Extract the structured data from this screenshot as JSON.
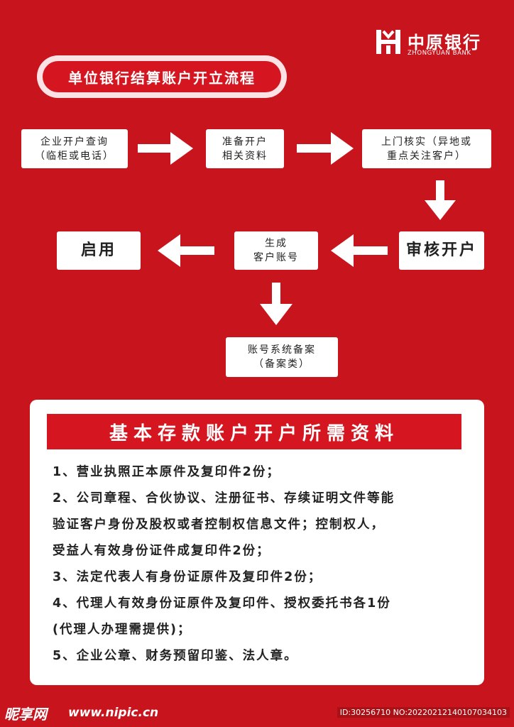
{
  "header": {
    "bank_name_cn": "中原银行",
    "bank_name_en": "ZHONGYUAN BANK",
    "title": "单位银行结算账户开立流程"
  },
  "flow": {
    "step1": [
      "企业开户查询",
      "（临柜或电话）"
    ],
    "step2": [
      "准备开户",
      "相关资料"
    ],
    "step3": [
      "上门核实（异地或",
      "重点关注客户）"
    ],
    "step4": [
      "审核开户"
    ],
    "step5": [
      "生成",
      "客户账号"
    ],
    "step6": [
      "启用"
    ],
    "step7": [
      "账号系统备案",
      "（备案类）"
    ]
  },
  "requirements": {
    "title": "基本存款账户开户所需资料",
    "lines": [
      "1、营业执照正本原件及复印件2份；",
      "2、公司章程、合伙协议、注册征书、存续证明文件等能",
      "验证客户身份及股权或者控制权信息文件；控制权人，",
      "受益人有效身份证件成复印件2份；",
      "3、法定代表人有身份证原件及复印件2份；",
      "4、代理人有效身份证原件及复印件、授权委托书各1份",
      "(代理人办理需提供)；",
      "5、企业公章、财务预留印鉴、法人章。"
    ]
  },
  "footer": {
    "site_logo": "昵享网",
    "site_url": "www.nipic.cn",
    "image_id": "ID:30256710 NO:20220212140107034103"
  },
  "colors": {
    "background": "#c8141c",
    "accent": "#d5151f",
    "box": "#ffffff"
  }
}
